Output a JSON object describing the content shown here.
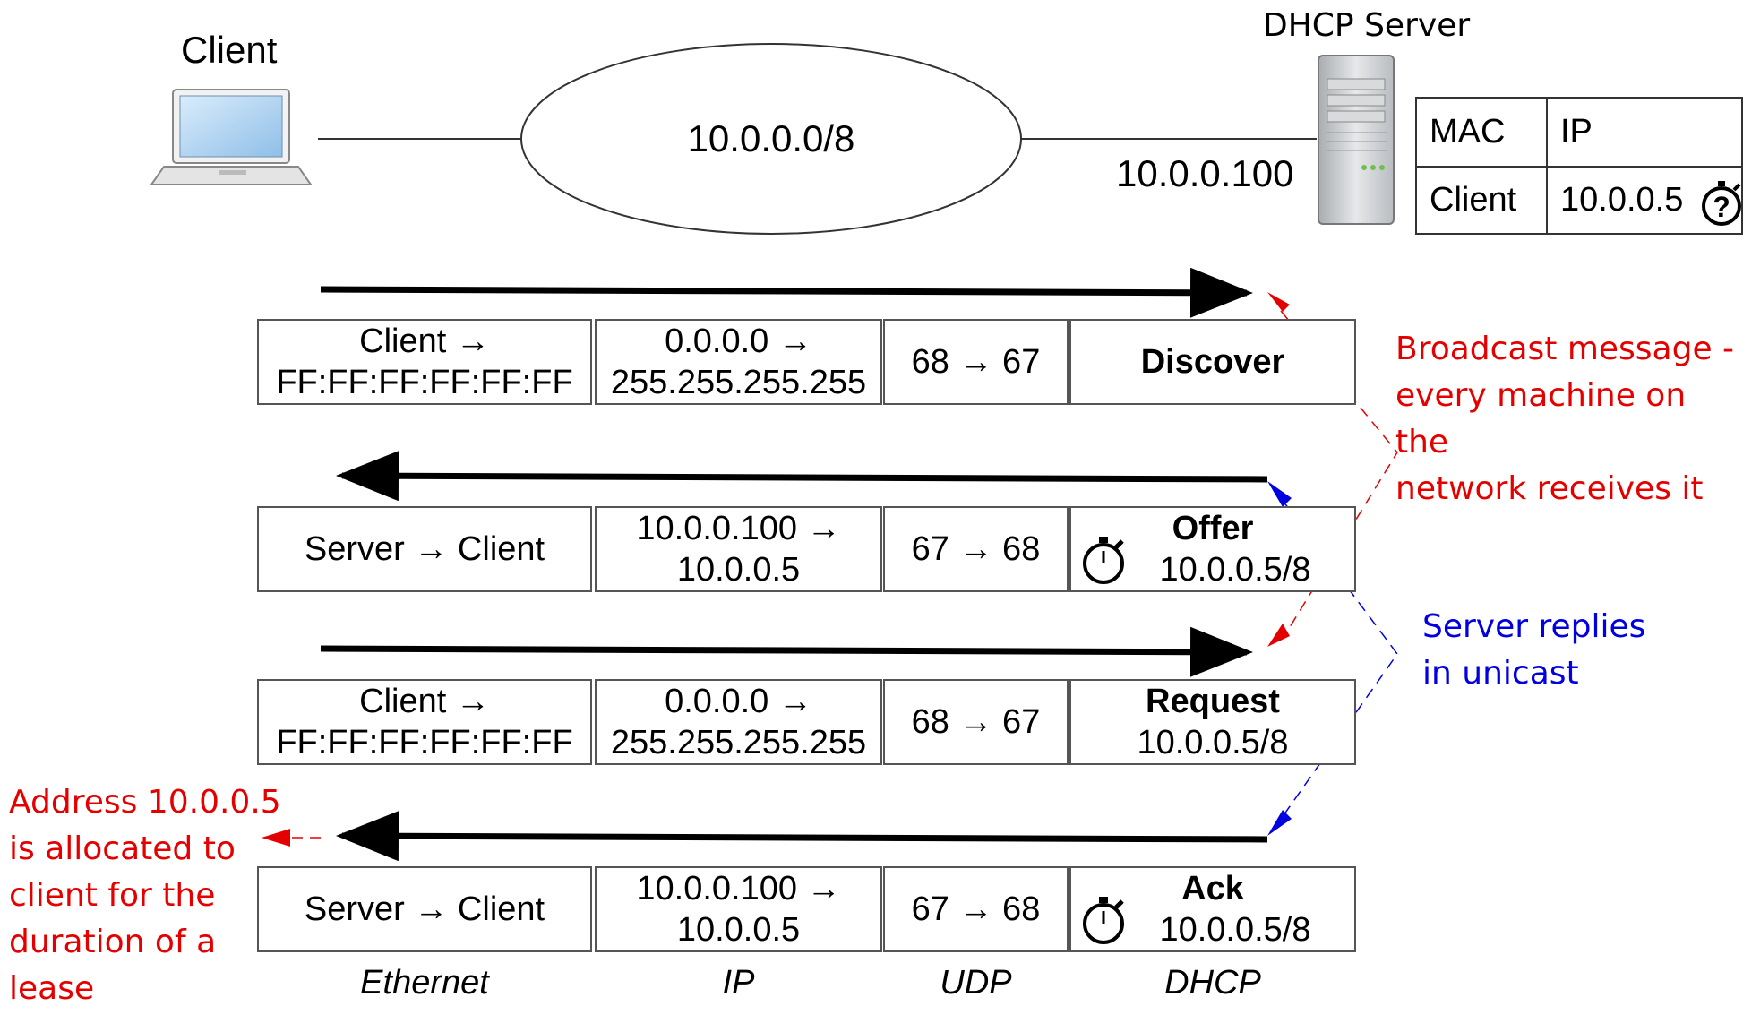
{
  "top": {
    "client_label": "Client",
    "server_label": "DHCP Server",
    "network_label": "10.0.0.0/8",
    "server_ip": "10.0.0.100"
  },
  "lease_table": {
    "headers": [
      "MAC",
      "IP"
    ],
    "row": [
      "Client",
      "10.0.0.5"
    ],
    "lease_icon": "timer-question-icon"
  },
  "messages": [
    {
      "direction": "client-to-server",
      "ethernet": [
        "Client →",
        "FF:FF:FF:FF:FF:FF"
      ],
      "ip": [
        "0.0.0.0 →",
        "255.255.255.255"
      ],
      "udp": "68 → 67",
      "dhcp_title": "Discover",
      "dhcp_detail": ""
    },
    {
      "direction": "server-to-client",
      "ethernet": [
        "Server → Client"
      ],
      "ip": [
        "10.0.0.100 →",
        "10.0.0.5"
      ],
      "udp": "67 → 68",
      "dhcp_title": "Offer",
      "dhcp_detail": "10.0.0.5/8",
      "icon": "timer-icon"
    },
    {
      "direction": "client-to-server",
      "ethernet": [
        "Client →",
        "FF:FF:FF:FF:FF:FF"
      ],
      "ip": [
        "0.0.0.0 →",
        "255.255.255.255"
      ],
      "udp": "68 → 67",
      "dhcp_title": "Request",
      "dhcp_detail": "10.0.0.5/8"
    },
    {
      "direction": "server-to-client",
      "ethernet": [
        "Server → Client"
      ],
      "ip": [
        "10.0.0.100 →",
        "10.0.0.5"
      ],
      "udp": "67 → 68",
      "dhcp_title": "Ack",
      "dhcp_detail": "10.0.0.5/8",
      "icon": "timer-icon"
    }
  ],
  "layers": [
    "Ethernet",
    "IP",
    "UDP",
    "DHCP"
  ],
  "notes": {
    "broadcast": [
      "Broadcast message -",
      "every machine on the",
      "network receives it"
    ],
    "unicast": [
      "Server replies",
      "in unicast"
    ],
    "allocation": [
      "Address 10.0.0.5",
      "is allocated to",
      "client for the",
      "duration of a",
      "lease"
    ]
  },
  "colors": {
    "broadcast_note": "#e50000",
    "unicast_note": "#0000e0"
  }
}
